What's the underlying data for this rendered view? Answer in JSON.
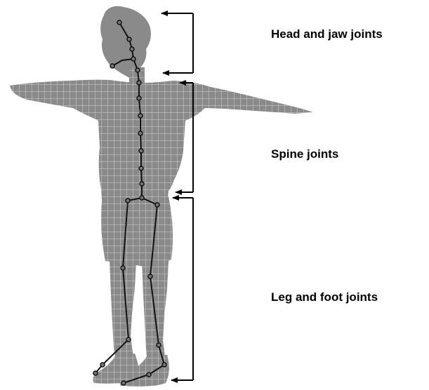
{
  "labels": {
    "head": "Head and jaw joints",
    "spine": "Spine joints",
    "legs": "Leg and foot joints"
  },
  "colors": {
    "mesh_fill": "#8a8a8a",
    "mesh_lines": "#d2d2d2",
    "skeleton": "#111111",
    "bracket": "#000000"
  }
}
